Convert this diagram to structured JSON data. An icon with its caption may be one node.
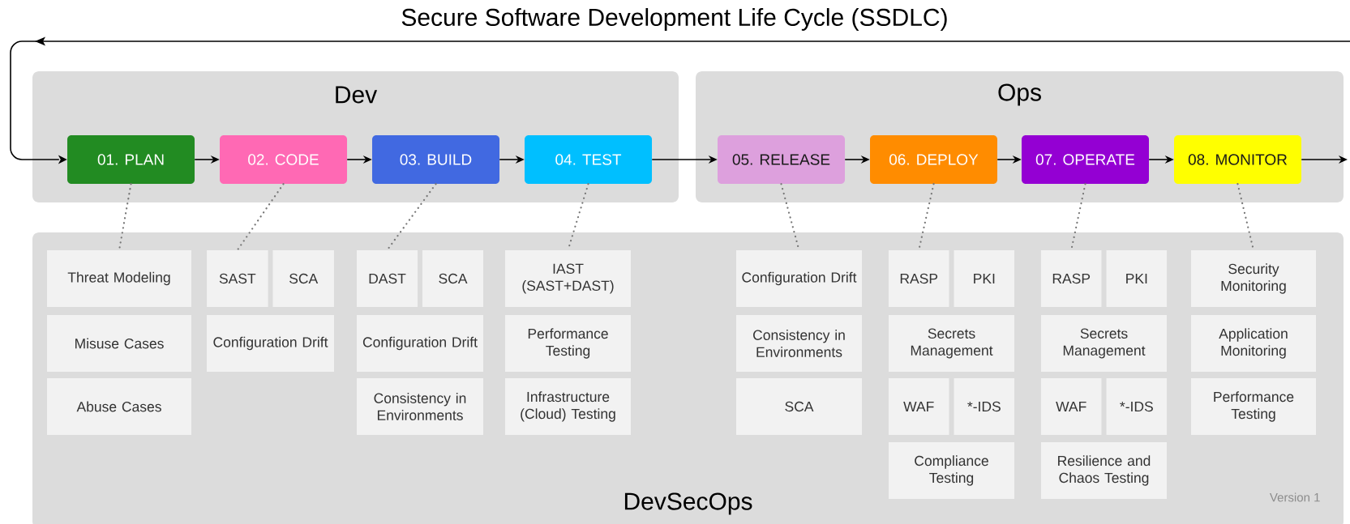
{
  "diagram": {
    "title": "Secure Software Development Life Cycle (SSDLC)",
    "nodes": [
      {
        "text": [
          "Dev"
        ]
      },
      {
        "text": [
          "Ops"
        ]
      },
      {
        "text": [
          "DevSecOps"
        ]
      },
      {
        "text": [
          "01. PLAN"
        ],
        "in": 0
      },
      {
        "text": [
          "02. CODE"
        ],
        "in": 0
      },
      {
        "text": [
          "03. BUILD"
        ],
        "in": 0
      },
      {
        "text": [
          "04. TEST"
        ],
        "in": 0
      },
      {
        "text": [
          "05. RELEASE"
        ],
        "in": 1
      },
      {
        "text": [
          "06. DEPLOY"
        ],
        "in": 1
      },
      {
        "text": [
          "07. OPERATE"
        ],
        "in": 1
      },
      {
        "text": [
          "08. MONITOR"
        ],
        "in": 1
      },
      {
        "text": [
          "Threat Modeling"
        ],
        "in": 2
      },
      {
        "text": [
          "Misuse Cases"
        ],
        "in": 2
      },
      {
        "text": [
          "Abuse Cases"
        ],
        "in": 2
      },
      {
        "text": [
          "SAST"
        ],
        "in": 2
      },
      {
        "text": [
          "SCA"
        ],
        "in": 2
      },
      {
        "text": [
          "Configuration Drift"
        ],
        "in": 2
      },
      {
        "text": [
          "DAST"
        ],
        "in": 2
      },
      {
        "text": [
          "SCA"
        ],
        "in": 2
      },
      {
        "text": [
          "Configuration Drift"
        ],
        "in": 2
      },
      {
        "text": [
          "Consistency in Environments"
        ],
        "in": 2
      },
      {
        "text": [
          "IAST (SAST+DAST)"
        ],
        "in": 2
      },
      {
        "text": [
          "Performance Testing"
        ],
        "in": 2
      },
      {
        "text": [
          "Infrastructure (Cloud) Testing"
        ],
        "in": 2
      },
      {
        "text": [
          "Configuration Drift"
        ],
        "in": 2
      },
      {
        "text": [
          "Consistency in Environments"
        ],
        "in": 2
      },
      {
        "text": [
          "SCA"
        ],
        "in": 2
      },
      {
        "text": [
          "RASP"
        ],
        "in": 2
      },
      {
        "text": [
          "PKI"
        ],
        "in": 2
      },
      {
        "text": [
          "Secrets Management"
        ],
        "in": 2
      },
      {
        "text": [
          "WAF"
        ],
        "in": 2
      },
      {
        "text": [
          "*-IDS"
        ],
        "in": 2
      },
      {
        "text": [
          "Compliance Testing"
        ],
        "in": 2
      },
      {
        "text": [
          "RASP"
        ],
        "in": 2
      },
      {
        "text": [
          "PKI"
        ],
        "in": 2
      },
      {
        "text": [
          "Secrets Management"
        ],
        "in": 2
      },
      {
        "text": [
          "WAF"
        ],
        "in": 2
      },
      {
        "text": [
          "*-IDS"
        ],
        "in": 2
      },
      {
        "text": [
          "Resilience and Chaos Testing"
        ],
        "in": 2
      },
      {
        "text": [
          "Security Monitoring"
        ],
        "in": 2
      },
      {
        "text": [
          "Application Monitoring"
        ],
        "in": 2
      },
      {
        "text": [
          "Performance Testing"
        ],
        "in": 2
      }
    ],
    "edges": [
      {
        "from": 3,
        "to": 4,
        "arrow": "to"
      },
      {
        "from": 4,
        "to": 5,
        "arrow": "to"
      },
      {
        "from": 5,
        "to": 6,
        "arrow": "to"
      },
      {
        "from": 6,
        "to": 7,
        "arrow": "to"
      },
      {
        "from": 7,
        "to": 8,
        "arrow": "to"
      },
      {
        "from": 8,
        "to": 9,
        "arrow": "to"
      },
      {
        "from": 9,
        "to": 10,
        "arrow": "to"
      },
      {
        "from": 10,
        "to": null,
        "arrow": "to"
      },
      {
        "from": null,
        "to": 3,
        "arrow": "to"
      },
      {
        "from": 3,
        "to": 11,
        "arrow": "none",
        "style": "dashed",
        "color": "#777777"
      },
      {
        "from": 4,
        "to": 14,
        "arrow": "none",
        "style": "dashed",
        "color": "#777777"
      },
      {
        "from": 5,
        "to": 17,
        "arrow": "none",
        "style": "dashed",
        "color": "#777777"
      },
      {
        "from": 6,
        "to": 21,
        "arrow": "none",
        "style": "dashed",
        "color": "#777777"
      },
      {
        "from": 7,
        "to": 24,
        "arrow": "none",
        "style": "dashed",
        "color": "#777777"
      },
      {
        "from": 8,
        "to": 27,
        "arrow": "none",
        "style": "dashed",
        "color": "#777777"
      },
      {
        "from": 9,
        "to": 33,
        "arrow": "none",
        "style": "dashed",
        "color": "#777777"
      },
      {
        "from": 10,
        "to": 39,
        "arrow": "none",
        "style": "dashed",
        "color": "#777777"
      }
    ],
    "labels": [
      "Version 1"
    ]
  }
}
